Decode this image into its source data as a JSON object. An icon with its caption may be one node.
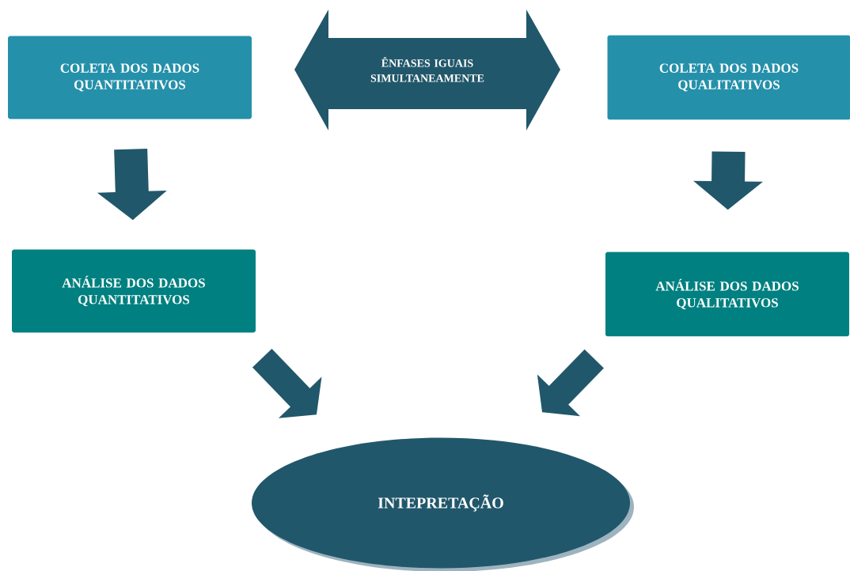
{
  "diagram": {
    "nodes": [
      {
        "text": [
          "COLETA DOS DADOS QUANTITATIVOS"
        ]
      },
      {
        "text": [
          "ÊNFASES IGUAIS SIMULTANEAMENTE"
        ]
      },
      {
        "text": [
          "COLETA DOS DADOS QUALITATIVOS"
        ]
      },
      {
        "text": [
          "ANÁLISE DOS DADOS QUANTITATIVOS"
        ]
      },
      {
        "text": [
          "ANÁLISE DOS DADOS QUALITATIVOS"
        ]
      },
      {
        "text": [
          "INTEPRETAÇÃO"
        ]
      }
    ],
    "edges": [
      {
        "from": 0,
        "to": 3,
        "arrow": "to"
      },
      {
        "from": 2,
        "to": 4,
        "arrow": "to"
      },
      {
        "from": 3,
        "to": 5,
        "arrow": "to"
      },
      {
        "from": 4,
        "to": 5,
        "arrow": "to"
      }
    ]
  }
}
